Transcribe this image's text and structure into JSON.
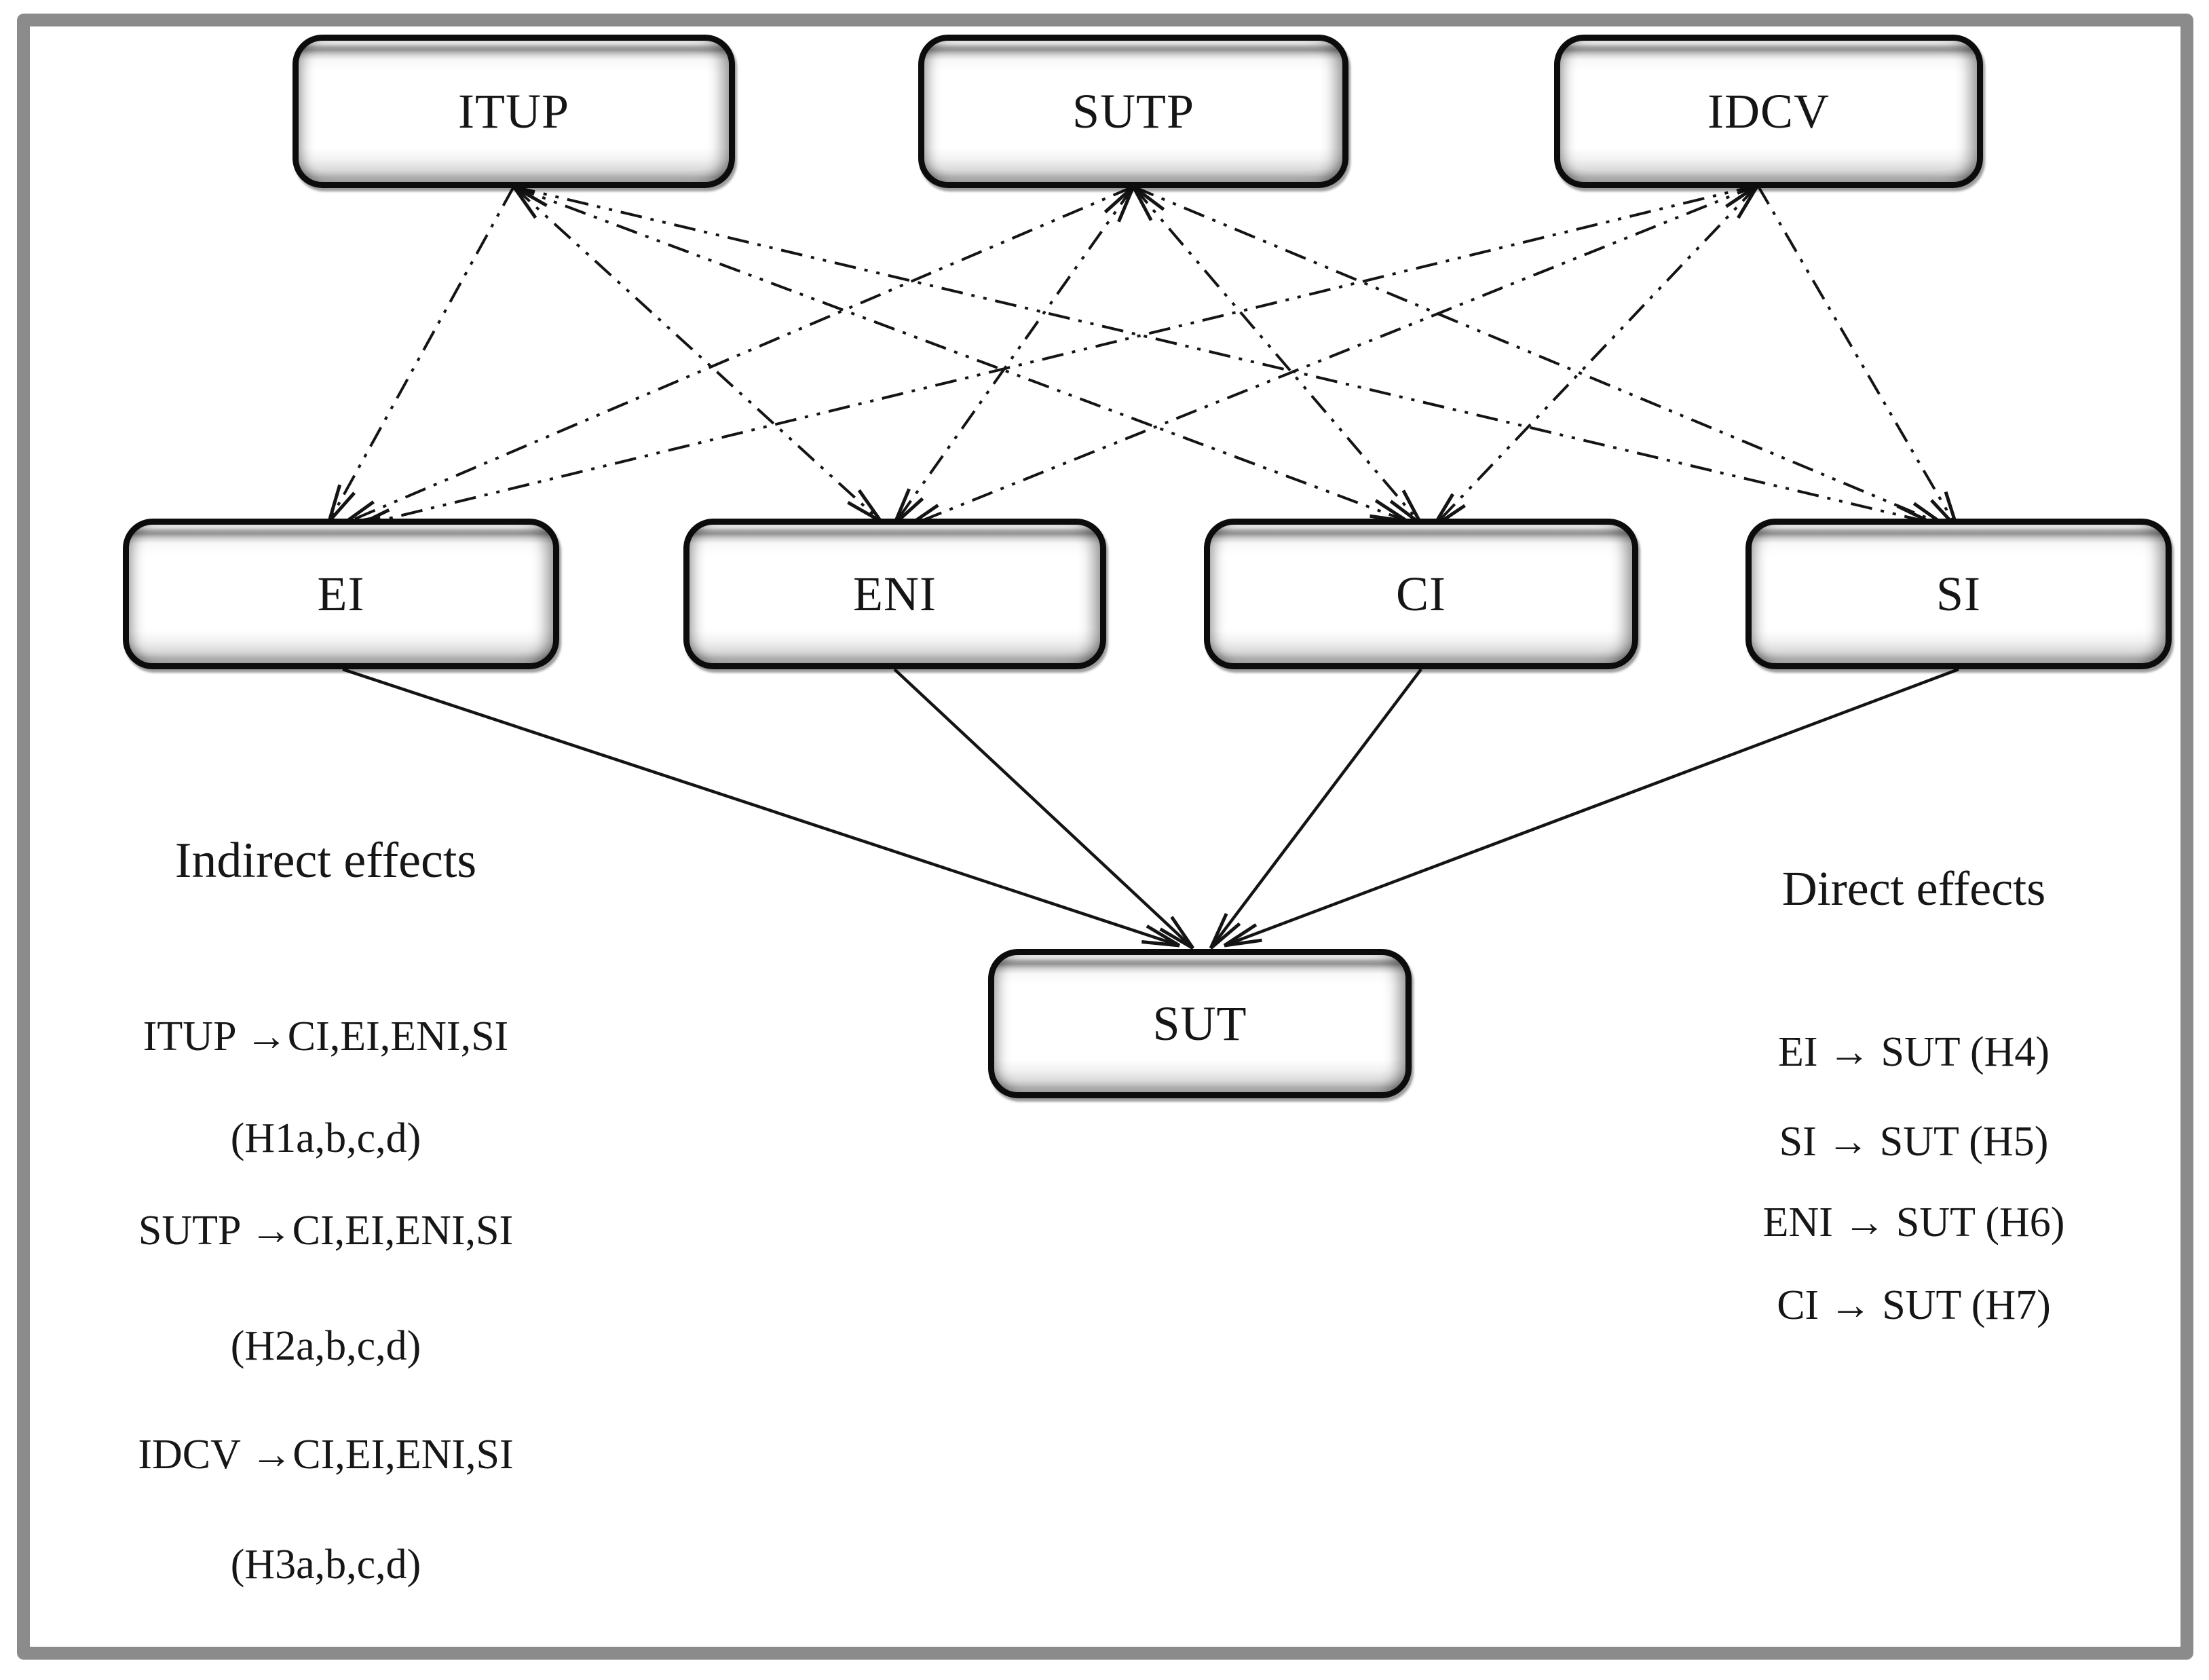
{
  "diagram": {
    "nodes": {
      "ITUP": "ITUP",
      "SUTP": "SUTP",
      "IDCV": "IDCV",
      "EI": "EI",
      "ENI": "ENI",
      "CI": "CI",
      "SI": "SI",
      "SUT": "SUT"
    },
    "edges": {
      "indirect": [
        {
          "from": "ITUP",
          "to": "EI"
        },
        {
          "from": "ITUP",
          "to": "ENI",
          "start_head": true
        },
        {
          "from": "ITUP",
          "to": "CI"
        },
        {
          "from": "ITUP",
          "to": "SI"
        },
        {
          "from": "SUTP",
          "to": "EI"
        },
        {
          "from": "SUTP",
          "to": "ENI",
          "start_head": true
        },
        {
          "from": "SUTP",
          "to": "CI",
          "start_head": true
        },
        {
          "from": "SUTP",
          "to": "SI"
        },
        {
          "from": "IDCV",
          "to": "EI"
        },
        {
          "from": "IDCV",
          "to": "ENI"
        },
        {
          "from": "IDCV",
          "to": "CI",
          "start_head": true
        },
        {
          "from": "IDCV",
          "to": "SI"
        }
      ],
      "direct": [
        {
          "from": "EI",
          "to": "SUT"
        },
        {
          "from": "ENI",
          "to": "SUT"
        },
        {
          "from": "CI",
          "to": "SUT"
        },
        {
          "from": "SI",
          "to": "SUT"
        }
      ]
    },
    "annotations": {
      "indirect": {
        "heading": "Indirect effects",
        "lines": [
          "ITUP →CI,EI,ENI,SI",
          "(H1a,b,c,d)",
          "SUTP →CI,EI,ENI,SI",
          "(H2a,b,c,d)",
          "IDCV →CI,EI,ENI,SI",
          "(H3a,b,c,d)"
        ]
      },
      "direct": {
        "heading": "Direct effects",
        "lines": [
          "EI → SUT (H4)",
          "SI → SUT (H5)",
          "ENI → SUT (H6)",
          "CI → SUT (H7)"
        ]
      }
    },
    "colors": {
      "ink": "#141414",
      "frame": "#8b8b8b",
      "box_border": "#0c0c0c"
    }
  }
}
